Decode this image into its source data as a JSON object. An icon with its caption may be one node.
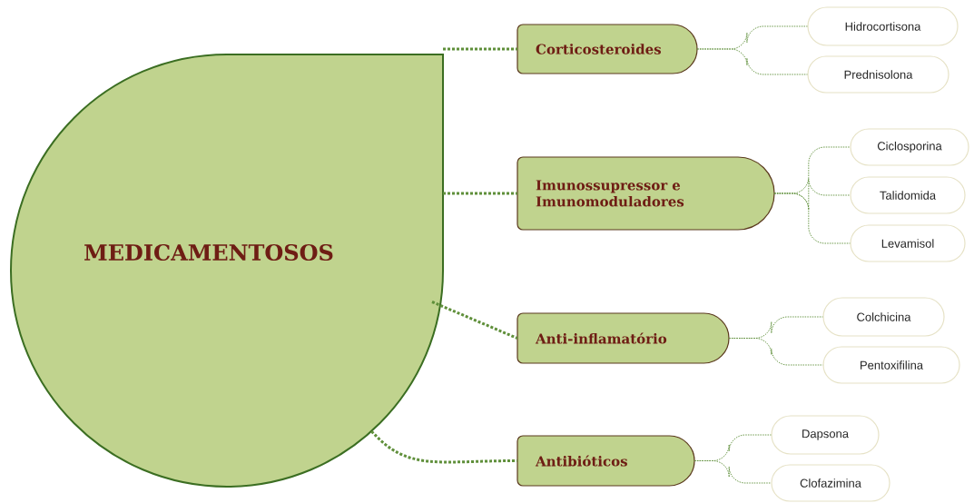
{
  "diagram": {
    "nodes": [
      {
        "text": [
          "MEDICAMENTOSOS"
        ]
      },
      {
        "text": [
          "Corticosteroides"
        ]
      },
      {
        "text": [
          "Imunossupressor e Imunomoduladores"
        ]
      },
      {
        "text": [
          "Anti-inflamatório"
        ]
      },
      {
        "text": [
          "Antibióticos"
        ]
      },
      {
        "text": [
          "Hidrocortisona"
        ]
      },
      {
        "text": [
          "Prednisolona"
        ]
      },
      {
        "text": [
          "Ciclosporina"
        ]
      },
      {
        "text": [
          "Talidomida"
        ]
      },
      {
        "text": [
          "Levamisol"
        ]
      },
      {
        "text": [
          "Colchicina"
        ]
      },
      {
        "text": [
          "Pentoxifilina"
        ]
      },
      {
        "text": [
          "Dapsona"
        ]
      },
      {
        "text": [
          "Clofazimina"
        ]
      }
    ],
    "edges": [
      {
        "from": 0,
        "to": 1,
        "arrow": "none",
        "style": "dashed"
      },
      {
        "from": 0,
        "to": 2,
        "arrow": "none",
        "style": "dashed"
      },
      {
        "from": 0,
        "to": 3,
        "arrow": "none",
        "style": "dashed"
      },
      {
        "from": 0,
        "to": 4,
        "arrow": "none",
        "style": "dashed"
      },
      {
        "from": 1,
        "to": 5,
        "arrow": "none",
        "style": "dashed"
      },
      {
        "from": 1,
        "to": 6,
        "arrow": "none",
        "style": "dashed"
      },
      {
        "from": 2,
        "to": 7,
        "arrow": "none",
        "style": "dashed"
      },
      {
        "from": 2,
        "to": 8,
        "arrow": "none",
        "style": "dashed"
      },
      {
        "from": 2,
        "to": 9,
        "arrow": "none",
        "style": "dashed"
      },
      {
        "from": 3,
        "to": 10,
        "arrow": "none",
        "style": "dashed"
      },
      {
        "from": 3,
        "to": 11,
        "arrow": "none",
        "style": "dashed"
      },
      {
        "from": 4,
        "to": 12,
        "arrow": "none",
        "style": "dashed"
      },
      {
        "from": 4,
        "to": 13,
        "arrow": "none",
        "style": "dashed"
      }
    ]
  }
}
